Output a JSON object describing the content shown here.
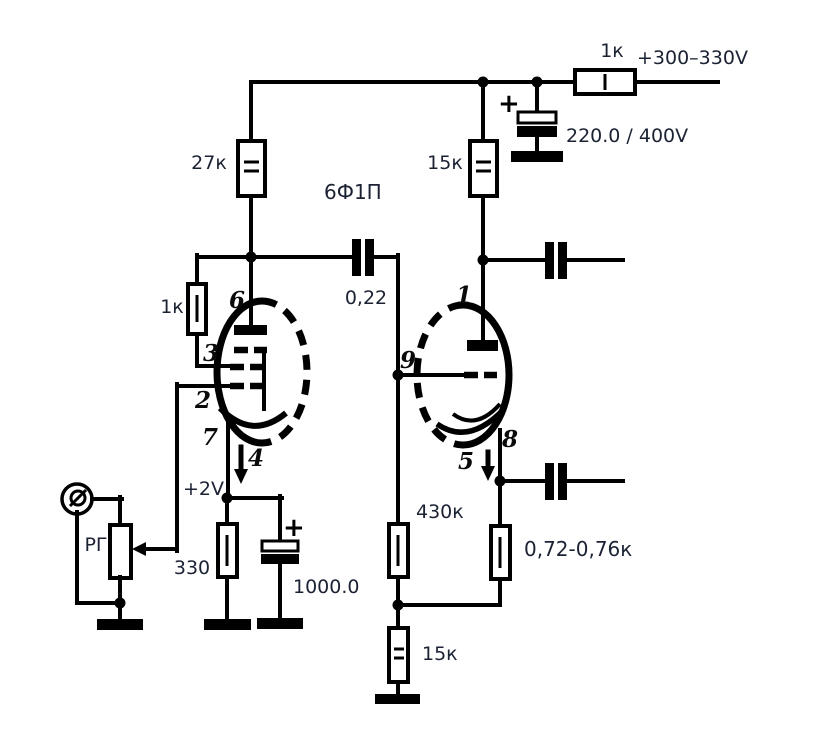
{
  "schematic": {
    "tube_type": "6Ф1П",
    "supply_voltage": "+300–330V",
    "top_resistor": "1к",
    "filter_cap_value": "220.0 / 400V",
    "filter_cap_polarity": "+",
    "anode1_resistor": "27к",
    "anode2_resistor": "15к",
    "screen_resistor": "1к",
    "coupling_cap": "0,22",
    "grid2_resistor": "430к",
    "cathode2_resistor": "0,72-0,76к",
    "tail_resistor": "15к",
    "cathode1_resistor": "330",
    "cathode1_cap": "1000.0",
    "cathode1_cap_polarity": "+",
    "cathode1_voltage": "+2V",
    "volume_pot": "РГ",
    "pins": {
      "pentode_anode": "6",
      "pentode_screen": "3",
      "pentode_grid": "2",
      "pentode_cathode": "7",
      "heater_a": "4",
      "triode_anode": "1",
      "triode_grid": "9",
      "heater_b": "5",
      "triode_cathode": "8"
    }
  }
}
